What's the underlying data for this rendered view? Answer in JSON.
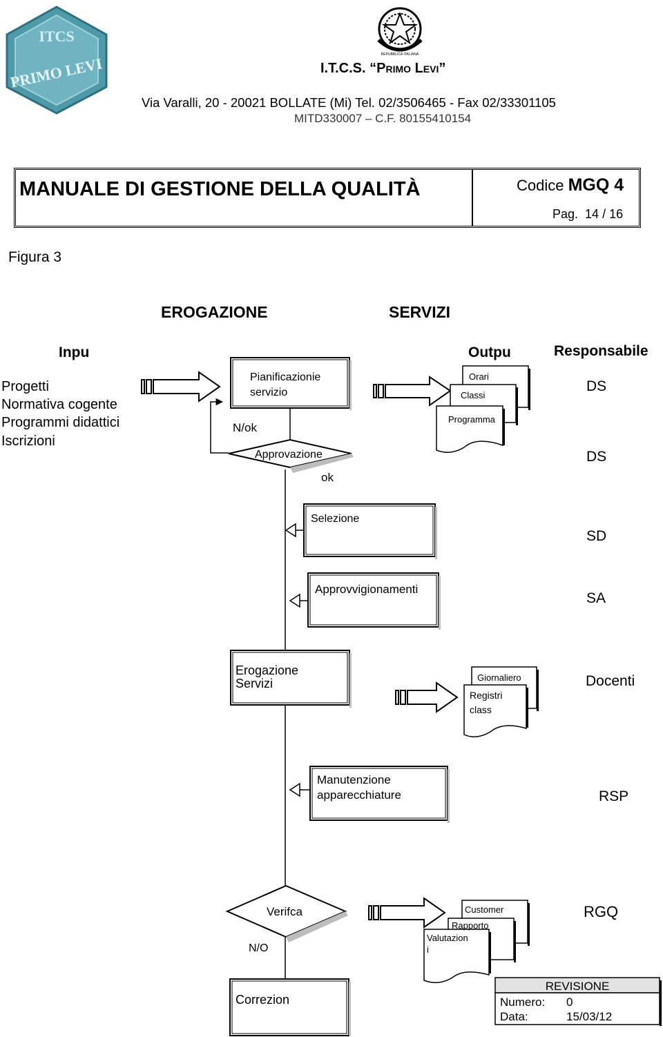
{
  "header": {
    "school_name_prefix": "I.T.C.S. “",
    "school_name_bold": "Primo Levi",
    "school_name_suffix": "”",
    "address_line": "Via Varalli, 20 - 20021  BOLLATE (Mi)   Tel.  02/3506465 -  Fax  02/33301105",
    "codes_line": "MITD330007 – C.F. 80155410154",
    "logo_top_text": "ITCS",
    "logo_side_text": "PRIMO LEVI",
    "emblem_text": "REPUBBLICA ITALIANA"
  },
  "title_box": {
    "title": "MANUALE DI GESTIONE DELLA QUALITÀ",
    "codice_label": "Codice",
    "codice_value": "MGQ 4",
    "page_label": "Pag.",
    "page_value": "14 / 16"
  },
  "figure_label": "Figura 3",
  "diagram": {
    "heading_left": "EROGAZIONE",
    "heading_right": "SERVIZI",
    "col_input": "Inpu",
    "col_output": "Outpu",
    "col_responsabile": "Responsabile",
    "inputs": [
      "Progetti",
      "Normativa cogente",
      "Programmi didattici",
      "Iscrizioni"
    ],
    "process_pianificazione_1": "Pianificazionie",
    "process_pianificazione_2": "servizio",
    "label_nok": "N/ok",
    "decision_approvazione": "Approvazione",
    "label_ok": "ok",
    "docs_step1": [
      "Orari",
      "Classi",
      "Programma"
    ],
    "resp_step1": "DS",
    "resp_step2": "DS",
    "process_selezione": "Selezione",
    "resp_selezione": "SD",
    "process_approvvigionamenti": "Approvvigionamenti",
    "resp_approvvigionamenti": "SA",
    "process_erogazione_1": "Erogazione",
    "process_erogazione_2": "Servizi",
    "docs_erogazione": [
      "Giornaliero",
      "Registri",
      "class"
    ],
    "resp_erogazione": "Docenti",
    "process_manutenzione_1": "Manutenzione",
    "process_manutenzione_2": "apparecchiature",
    "resp_manutenzione": "RSP",
    "decision_verifica": "Verifca",
    "label_no": "N/O",
    "docs_verifica": [
      "Customer",
      "Rapporto",
      "Valutazion",
      "i"
    ],
    "resp_verifica": "RGQ",
    "process_correzioni": "Correzion"
  },
  "revision": {
    "title": "REVISIONE",
    "numero_label": "Numero:",
    "numero_value": "0",
    "data_label": "Data:",
    "data_value": "15/03/12"
  },
  "colors": {
    "logo_teal": "#4f9aa8",
    "logo_dark": "#2e6f80",
    "revision_header_bg": "#e2e2e2",
    "shadow": "#bdbdbd"
  }
}
